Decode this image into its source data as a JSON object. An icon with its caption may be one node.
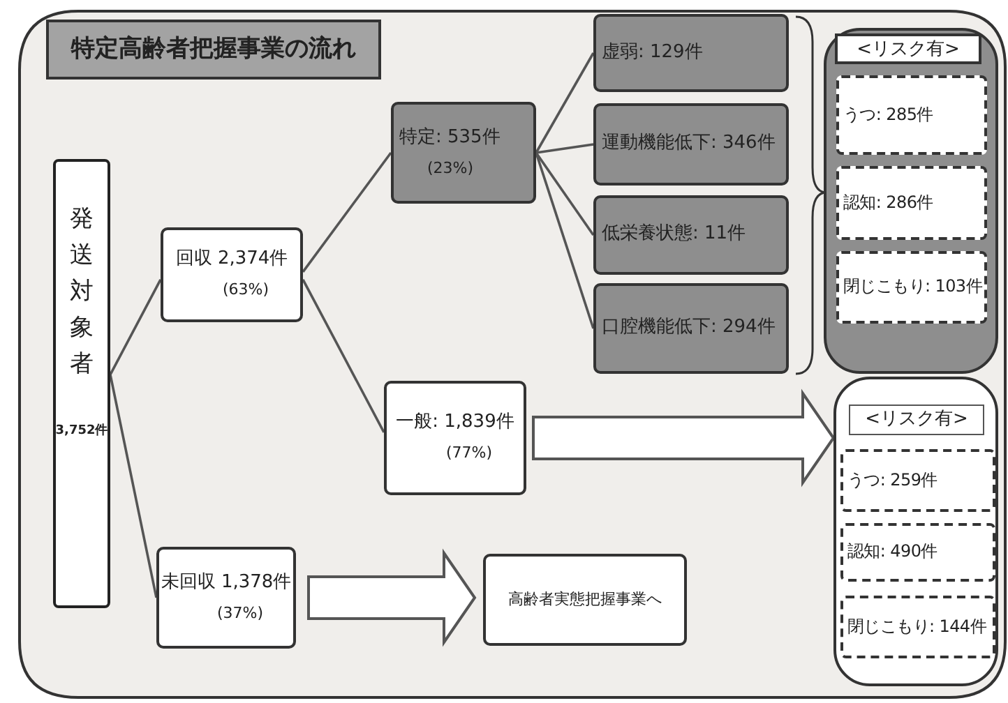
{
  "diagram": {
    "title": "特定高齢者把握事業の流れ",
    "nodes": [
      {
        "text": [
          "発送対象者",
          "3,752件"
        ]
      },
      {
        "text": [
          "回収 2,374件",
          "(63%)"
        ]
      },
      {
        "text": [
          "特定: 535件",
          "(23%)"
        ]
      },
      {
        "text": [
          "虚弱: 129件"
        ]
      },
      {
        "text": [
          "運動機能低下: 346件"
        ]
      },
      {
        "text": [
          "低栄養状態: 11件"
        ]
      },
      {
        "text": [
          "口腔機能低下: 294件"
        ]
      },
      {
        "text": [
          "<リスク有>"
        ]
      },
      {
        "text": [
          "うつ: 285件"
        ],
        "in": 7
      },
      {
        "text": [
          "認知: 286件"
        ],
        "in": 7
      },
      {
        "text": [
          "閉じこもり: 103件"
        ],
        "in": 7
      },
      {
        "text": [
          "一般: 1,839件",
          "(77%)"
        ]
      },
      {
        "text": [
          "<リスク有>"
        ]
      },
      {
        "text": [
          "うつ: 259件"
        ],
        "in": 12
      },
      {
        "text": [
          "認知: 490件"
        ],
        "in": 12
      },
      {
        "text": [
          "閉じこもり: 144件"
        ],
        "in": 12
      },
      {
        "text": [
          "未回収 1,378件",
          "(37%)"
        ]
      },
      {
        "text": [
          "高齢者実態把握事業へ"
        ]
      }
    ],
    "edges": [
      {
        "from": 0,
        "to": 1,
        "arrow": "none"
      },
      {
        "from": 0,
        "to": 16,
        "arrow": "none"
      },
      {
        "from": 1,
        "to": 2,
        "arrow": "none"
      },
      {
        "from": 1,
        "to": 11,
        "arrow": "none"
      },
      {
        "from": 2,
        "to": 3,
        "arrow": "none"
      },
      {
        "from": 2,
        "to": 4,
        "arrow": "none"
      },
      {
        "from": 2,
        "to": 5,
        "arrow": "none"
      },
      {
        "from": 2,
        "to": 6,
        "arrow": "none"
      },
      {
        "from": 11,
        "to": 12,
        "arrow": "to",
        "style": "thick"
      },
      {
        "from": 16,
        "to": 17,
        "arrow": "to",
        "style": "thick"
      }
    ]
  }
}
